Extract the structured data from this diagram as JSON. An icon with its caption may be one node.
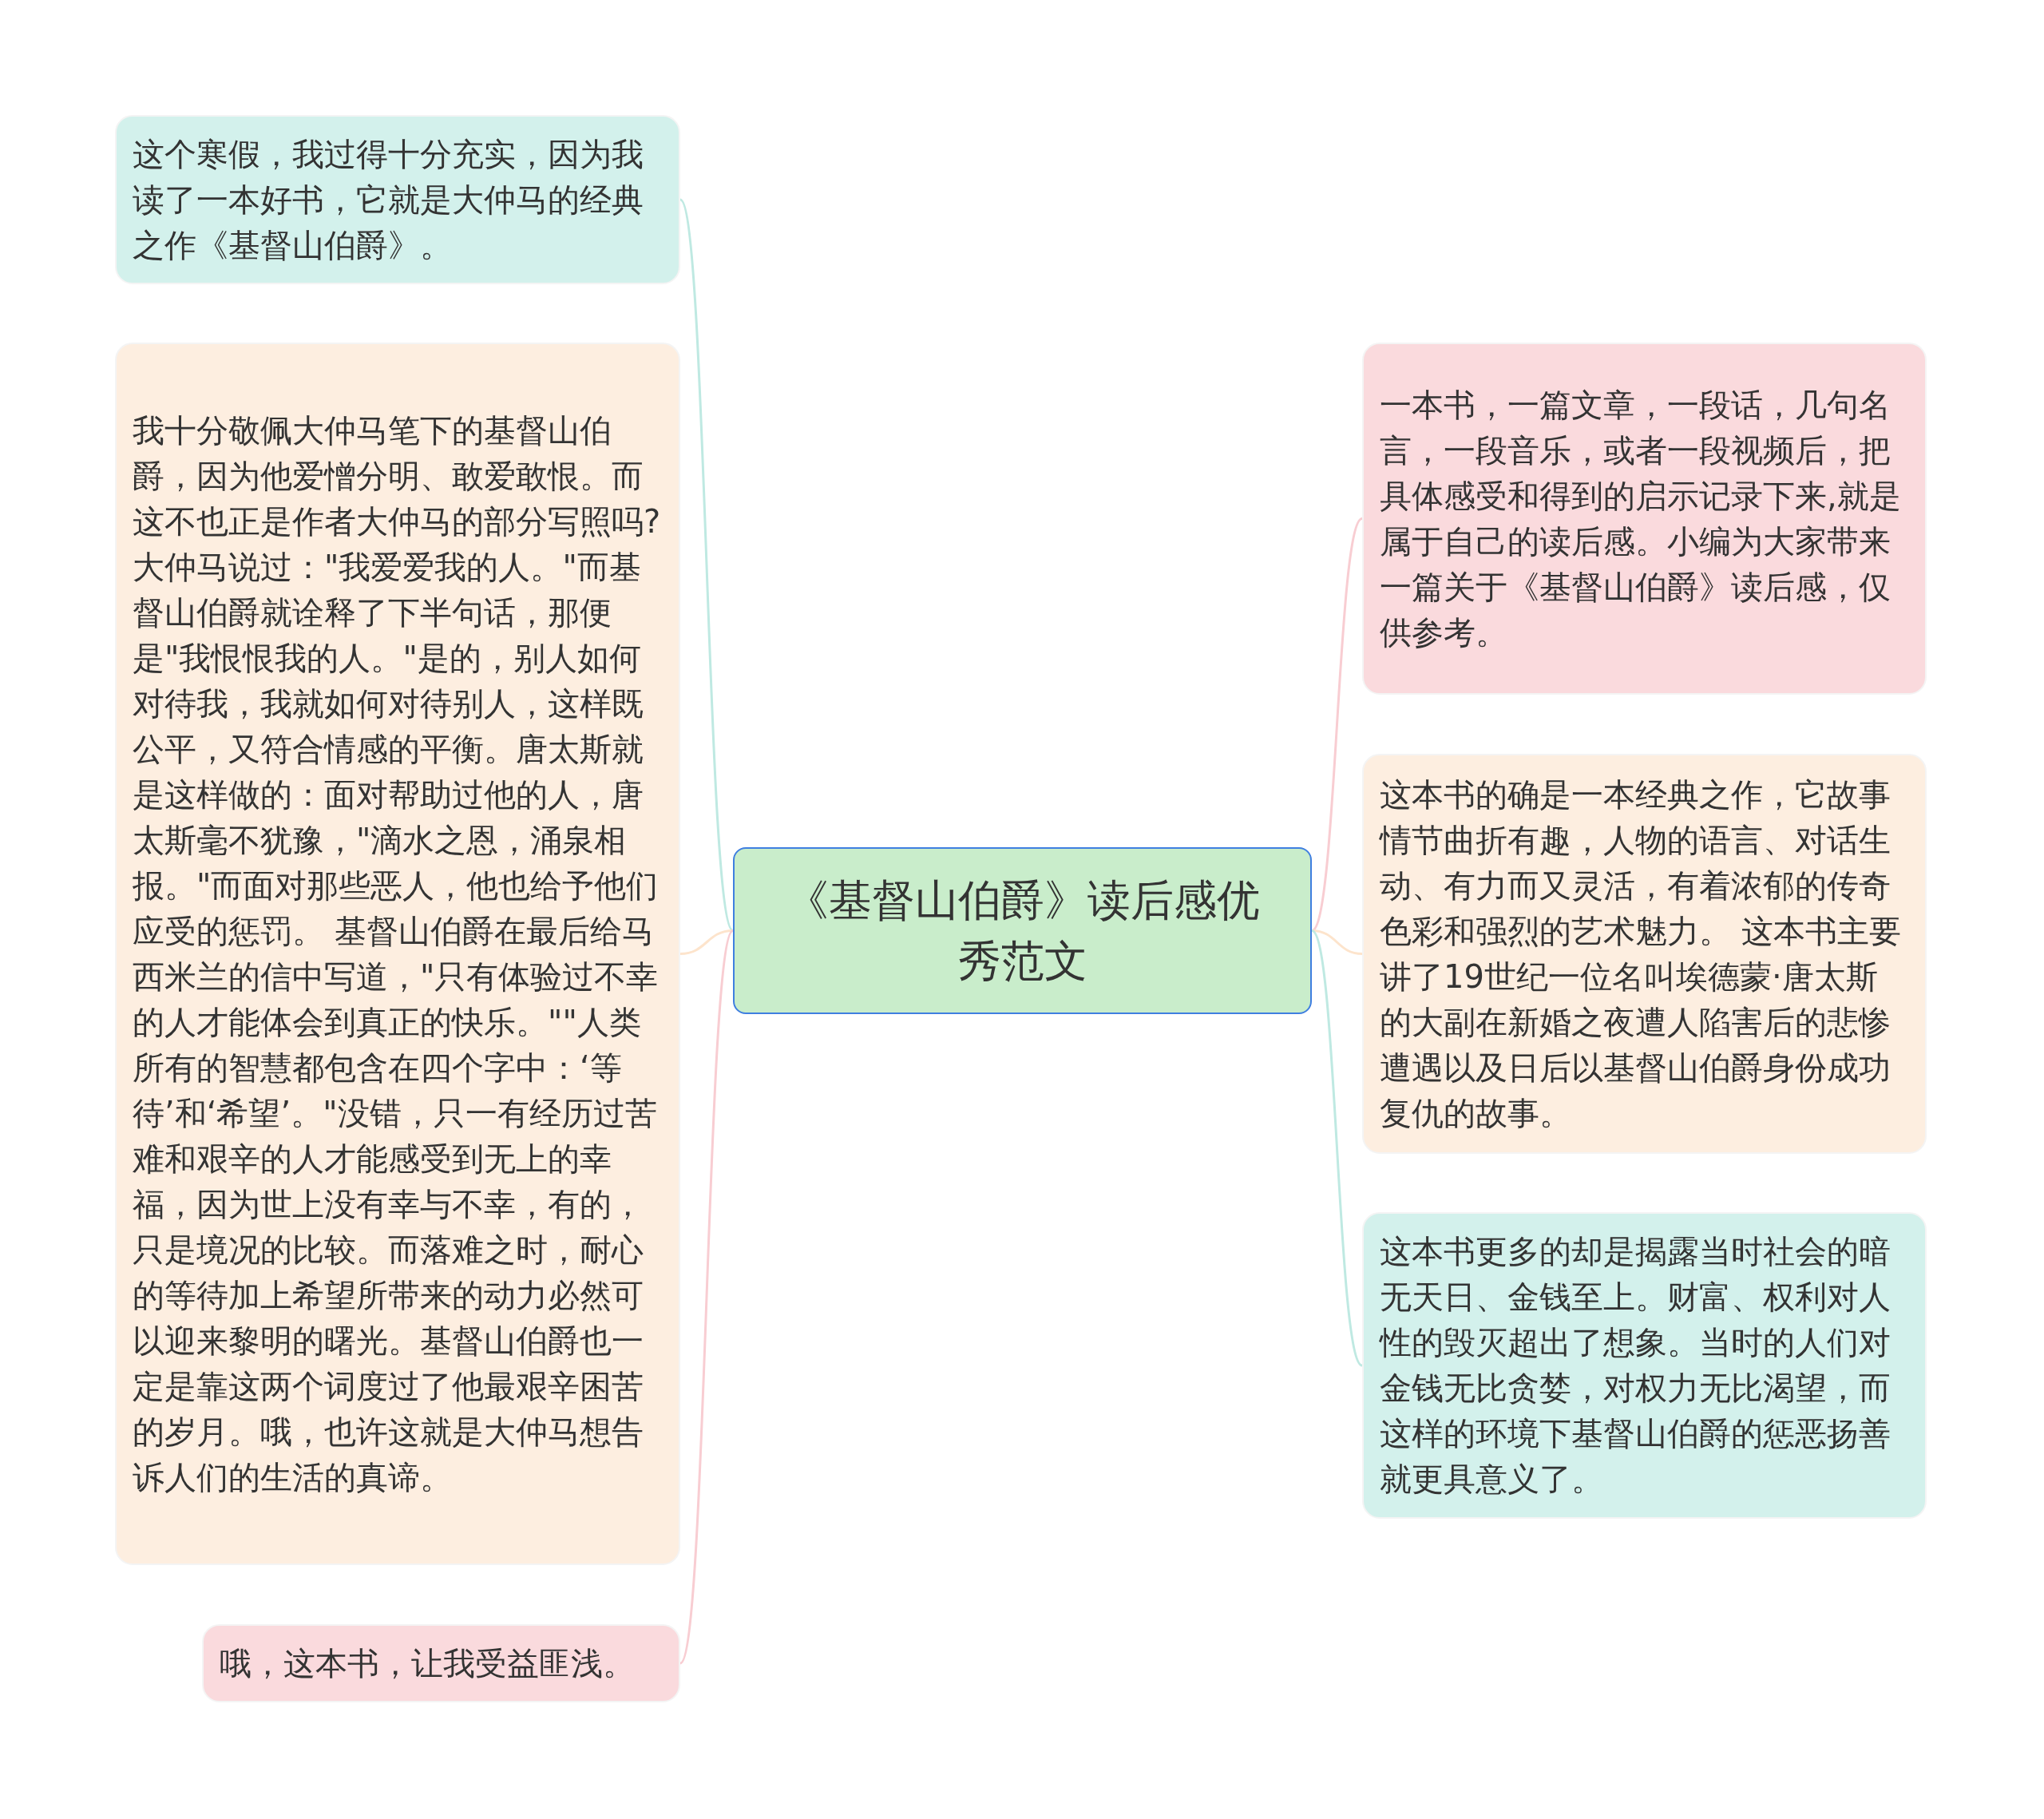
{
  "diagram": {
    "nodes": [
      {
        "text": [
          "《基督山伯爵》读后感优秀范文"
        ]
      },
      {
        "text": [
          "这个寒假，我过得十分充实，因为我读了一本好书，它就是大仲马的经典之作《基督山伯爵》。"
        ]
      },
      {
        "text": [
          "我十分敬佩大仲马笔下的基督山伯爵，因为他爱憎分明、敢爱敢恨。而这不也正是作者大仲马的部分写照吗?大仲马说过：\"我爱爱我的人。\"而基督山伯爵就诠释了下半句话，那便是\"我恨恨我的人。\"是的，别人如何对待我，我就如何对待别人，这样既公平，又符合情感的平衡。唐太斯就是这样做的：面对帮助过他的人，唐太斯毫不犹豫，\"滴水之恩，涌泉相报。\"而面对那些恶人，他也给予他们应受的惩罚。 基督山伯爵在最后给马西米兰的信中写道，\"只有体验过不幸的人才能体会到真正的快乐。\"\"人类所有的智慧都包含在四个字中：‘等待’和‘希望’。\"没错，只一有经历过苦难和艰辛的人才能感受到无上的幸福，因为世上没有幸与不幸，有的，只是境况的比较。而落难之时，耐心的等待加上希望所带来的动力必然可以迎来黎明的曙光。基督山伯爵也一定是靠这两个词度过了他最艰辛困苦的岁月。哦，也许这就是大仲马想告诉人们的生活的真谛。"
        ]
      },
      {
        "text": [
          "哦，这本书，让我受益匪浅。"
        ]
      },
      {
        "text": [
          "一本书，一篇文章，一段话，几句名言，一段音乐，或者一段视频后，把具体感受和得到的启示记录下来,就是属于自己的读后感。小编为大家带来一篇关于《基督山伯爵》读后感，仅供参考。"
        ]
      },
      {
        "text": [
          "这本书的确是一本经典之作，它故事情节曲折有趣，人物的语言、对话生动、有力而又灵活，有着浓郁的传奇色彩和强烈的艺术魅力。 这本书主要讲了19世纪一位名叫埃德蒙·唐太斯的大副在新婚之夜遭人陷害后的悲惨遭遇以及日后以基督山伯爵身份成功复仇的故事。"
        ]
      },
      {
        "text": [
          "这本书更多的却是揭露当时社会的暗无天日、金钱至上。财富、权利对人性的毁灭超出了想象。当时的人们对金钱无比贪婪，对权力无比渴望，而这样的环境下基督山伯爵的惩恶扬善就更具意义了。"
        ]
      }
    ],
    "edges": [
      {
        "from": 0,
        "to": 1,
        "arrow": "none",
        "color": "#bfe9e2"
      },
      {
        "from": 0,
        "to": 2,
        "arrow": "none",
        "color": "#fde4cc"
      },
      {
        "from": 0,
        "to": 3,
        "arrow": "none",
        "color": "#f8cdd2"
      },
      {
        "from": 0,
        "to": 4,
        "arrow": "none",
        "color": "#f8cdd2"
      },
      {
        "from": 0,
        "to": 5,
        "arrow": "none",
        "color": "#fde4cc"
      },
      {
        "from": 0,
        "to": 6,
        "arrow": "none",
        "color": "#bfe9e2"
      }
    ]
  }
}
